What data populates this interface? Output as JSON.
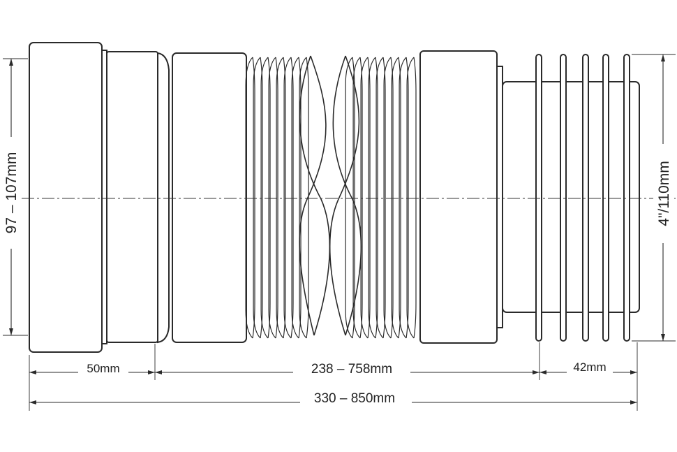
{
  "dimensions": {
    "collar_length": "50mm",
    "corrugated_length": "238 – 758mm",
    "finned_length": "42mm",
    "overall_length": "330 – 850mm",
    "inlet_diameter": "97 – 107mm",
    "outlet_diameter": "4\"/110mm"
  }
}
